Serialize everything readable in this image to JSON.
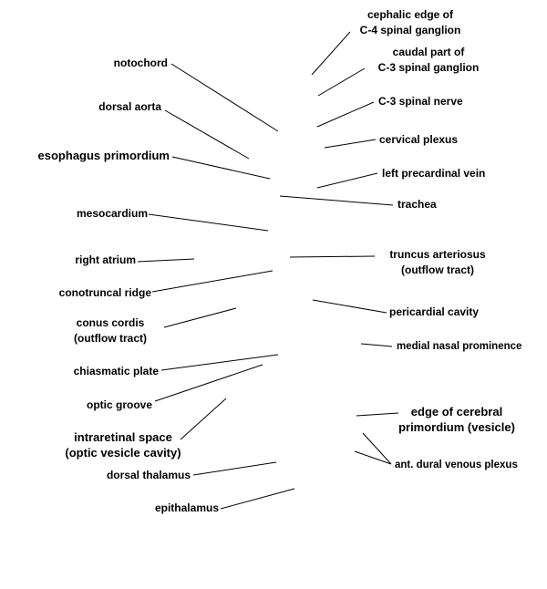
{
  "labels": {
    "notochord": "notochord",
    "dorsal_aorta": "dorsal aorta",
    "esophagus_primordium": "esophagus primordium",
    "mesocardium": "mesocardium",
    "right_atrium": "right atrium",
    "conotruncal_ridge": "conotruncal ridge",
    "conus_cordis_line1": "conus cordis",
    "conus_cordis_line2": "(outflow tract)",
    "chiasmatic_plate": "chiasmatic plate",
    "optic_groove": "optic groove",
    "intraretinal_line1": "intraretinal space",
    "intraretinal_line2": "(optic vesicle cavity)",
    "dorsal_thalamus": "dorsal thalamus",
    "epithalamus": "epithalamus",
    "c4_line1": "cephalic edge of",
    "c4_line2": "C-4 spinal ganglion",
    "c3g_line1": "caudal part of",
    "c3g_line2": "C-3 spinal ganglion",
    "c3_nerve": "C-3 spinal nerve",
    "cervical_plexus": "cervical plexus",
    "left_precardinal_vein": "left precardinal vein",
    "trachea": "trachea",
    "truncus_line1": "truncus arteriosus",
    "truncus_line2": "(outflow tract)",
    "pericardial_cavity": "pericardial cavity",
    "medial_nasal_prominence": "medial nasal prominence",
    "cerebral_line1": "edge of cerebral",
    "cerebral_line2": "primordium (vesicle)",
    "ant_dural_venous_plexus": "ant. dural venous plexus"
  }
}
